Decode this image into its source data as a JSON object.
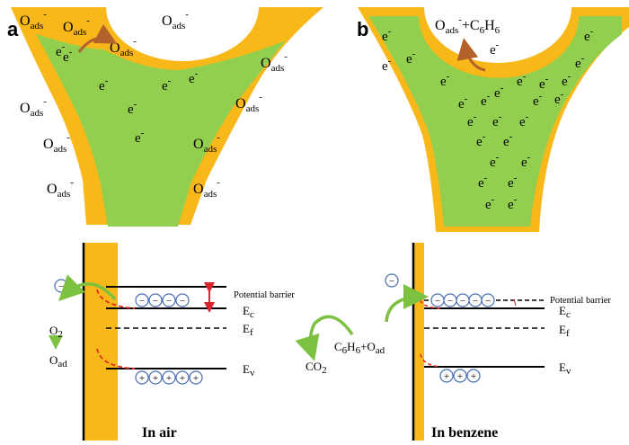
{
  "panel_a": {
    "letter": "a",
    "electron": {
      "base": "e",
      "sup": "-"
    },
    "adsorbed_oxygen": {
      "base": "O",
      "sub": "ads",
      "sup": "-"
    },
    "caption": "In air",
    "levels": {
      "potential_barrier": "Potential barrier",
      "ec": {
        "base": "E",
        "sub": "c"
      },
      "ef": {
        "base": "E",
        "sub": "f"
      },
      "ev": {
        "base": "E",
        "sub": "v"
      }
    },
    "o2": {
      "base": "O",
      "sub": "2"
    },
    "oad": {
      "base": "O",
      "sub": "ad"
    },
    "minus": "−",
    "plus": "+"
  },
  "panel_b": {
    "letter": "b",
    "reaction": {
      "o": "O",
      "o_sub": "ads",
      "sup": "-",
      "plus": "+C",
      "c_sub": "6",
      "h": "H",
      "h_sub": "6"
    },
    "caption": "In benzene",
    "levels": {
      "potential_barrier": "Potential barrier",
      "ec": {
        "base": "E",
        "sub": "c"
      },
      "ef": {
        "base": "E",
        "sub": "f"
      },
      "ev": {
        "base": "E",
        "sub": "v"
      }
    },
    "benzene_reaction": {
      "c": "C",
      "c_sub": "6",
      "h": "H",
      "h_sub": "6",
      "plus_o": "+O",
      "o_sub": "ad"
    },
    "co2": {
      "base": "CO",
      "sub": "2"
    }
  },
  "colors": {
    "orange": "#F9B81A",
    "green": "#92CF4E",
    "arrow_brown": "#B5612C",
    "arrow_green": "#7DC142",
    "red_dash": "#E03020",
    "circle_blue": "#4A6FB5",
    "barrier_red": "#D9232E"
  }
}
